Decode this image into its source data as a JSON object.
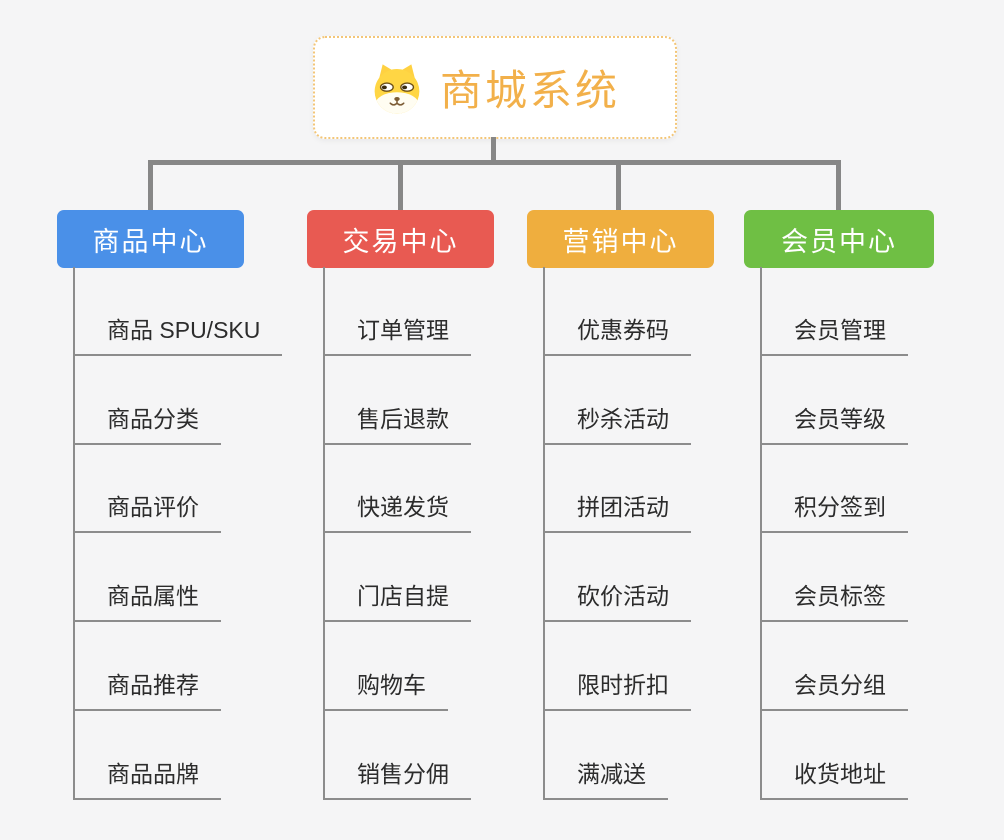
{
  "root": {
    "title": "商城系统",
    "icon": "dog-face"
  },
  "branches": [
    {
      "label": "商品中心",
      "color": "#4a90e8",
      "items": [
        "商品 SPU/SKU",
        "商品分类",
        "商品评价",
        "商品属性",
        "商品推荐",
        "商品品牌"
      ]
    },
    {
      "label": "交易中心",
      "color": "#e85a52",
      "items": [
        "订单管理",
        "售后退款",
        "快递发货",
        "门店自提",
        "购物车",
        "销售分佣"
      ]
    },
    {
      "label": "营销中心",
      "color": "#efae3e",
      "items": [
        "优惠券码",
        "秒杀活动",
        "拼团活动",
        "砍价活动",
        "限时折扣",
        "满减送"
      ]
    },
    {
      "label": "会员中心",
      "color": "#6fbf44",
      "items": [
        "会员管理",
        "会员等级",
        "积分签到",
        "会员标签",
        "会员分组",
        "收货地址"
      ]
    }
  ],
  "colors": {
    "background": "#f5f5f6",
    "root_text": "#f2b04a",
    "root_border": "#f3c678",
    "connector": "#878787",
    "sub_line": "#8c8c8c",
    "item_text": "#2c2c2c"
  }
}
